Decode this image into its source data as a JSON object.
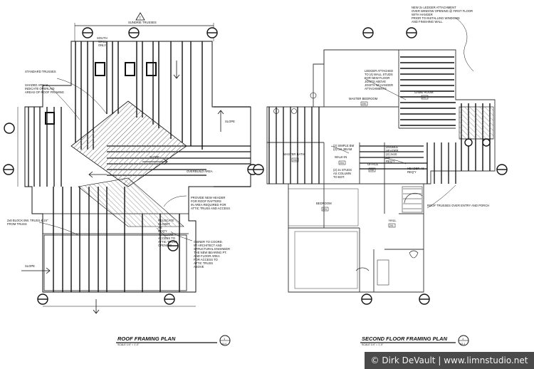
{
  "sheet": {
    "left_plan": {
      "title": "ROOF FRAMING PLAN",
      "scale": "SCALE 1/4\" = 1'-0\"",
      "view_tag": "1",
      "sheet_tag": "A3.0",
      "notes": {
        "standard_trusses": "STANDARD TRUSSES",
        "shaded_areas": [
          "SHADED AREAS",
          "INDICATE OVERLAID",
          "AREAS OF ROOF FRAMING"
        ],
        "provide_header": [
          "PROVIDE NEW HEADER",
          "FOR ROOF RAFTERS",
          "IN AREA REQUIRED FOR",
          "ATTIC TRUSS AND ACCESS"
        ],
        "relocate": [
          "RELOCATE",
          "CLOSET",
          "AS",
          "REQ'Y",
          "TO ALLOW",
          "ACCESS TO",
          "ATTIC TRUSS",
          "OPENING"
        ],
        "owner": [
          "OWNER TO COORD.",
          "W/ ARCHITECT AND",
          "STRUCTURAL ENGINEER",
          "THE NEW BEARING PT.",
          "AND FLOOR AREA",
          "FOR ACCESS TO",
          "ATTIC TRUSS",
          "ABOVE"
        ],
        "block": [
          "2x6 BLOCK BW. TRUSS & 24\"",
          "FROM TRUSS"
        ],
        "overbuild": "OVERBUILD AREA",
        "slope": "SLOPE",
        "top_dim": "SUNDRIE TRUSSES",
        "south_wall": [
          "SOUTH",
          "WALL",
          "ONLY"
        ]
      }
    },
    "right_plan": {
      "title": "SECOND FLOOR FRAMING PLAN",
      "scale": "SCALE 1/4\" = 1'-0\"",
      "view_tag": "1",
      "sheet_tag": "A3.1",
      "rooms": {
        "master_bedroom": "MASTER BEDROOM",
        "game_room": "GAME ROOM",
        "master_bath": "MASTER BATH",
        "walkin": "WALK-IN",
        "office": "OFFICE",
        "bedroom": "BEDROOM",
        "hall": "HALL"
      },
      "room_tags": {
        "master_bedroom": "205",
        "game_room": "207",
        "master_bath": "206",
        "walkin": "204",
        "office": "208",
        "bedroom": "203",
        "hall": "201"
      },
      "notes": {
        "ledger": [
          "NEW 2x LEDGER ATTACHMENT",
          "OVER WINDOW OPENING @ FIRST FLOOR",
          "WITH HANGER",
          "PRIOR TO INSTALLING WINDOWS",
          "AND FINISHING WALL"
        ],
        "ledger_attached": [
          "LEDGER ATTACHED",
          "TO (4) WALL STUDS",
          "FOR NEW FLOOR",
          "JOISTS ABOVE",
          "JOISTS W/ HANGER",
          "ATTACHMENTS"
        ],
        "double_header": [
          "DOUBLE",
          "HEADER",
          "(2) 2x10",
          "AS",
          "REQ'Y"
        ],
        "header_as_req": [
          "HEADER AS",
          "REQ'Y"
        ],
        "lvl_beam": [
          "(2) SIMPLE BM",
          "(2) LVL BEAM"
        ],
        "studs_column": [
          "(2) 2x STUDS",
          "AS COLUMN",
          "TO BOT."
        ],
        "roof_trusses": "ROOF TRUSSES OVER ENTRY AND PORCH"
      }
    },
    "warning_symbol": "!",
    "credit": "© Dirk DeVault | www.limnstudio.net"
  },
  "colors": {
    "ink": "#111111",
    "hatch": "#777777",
    "credit_bg": "#4a4a4a",
    "credit_text": "#f2f2f2"
  }
}
